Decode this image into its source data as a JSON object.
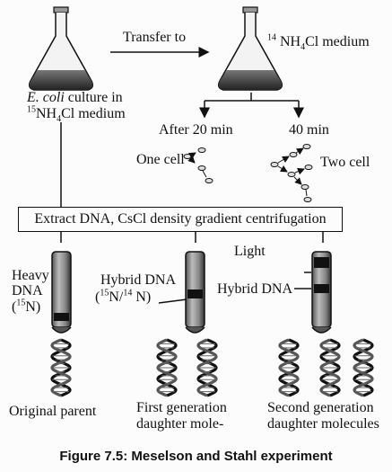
{
  "labels": {
    "transfer": "Transfer to",
    "medium_14": "14 NH4Cl medium",
    "culture_line1": "E. coli culture in",
    "culture_line2": "15NH4Cl medium",
    "after20": "After 20 min",
    "min40": "40 min",
    "one_cell": "One cell",
    "two_cell": "Two cell",
    "extract": "Extract DNA, CsCl density gradient centrifugation",
    "heavy_line1": "Heavy",
    "heavy_line2": "DNA",
    "heavy_line3": "(15N)",
    "hybrid1_line1": "Hybrid DNA",
    "hybrid1_line2": "(15N/14 N)",
    "light": "Light",
    "hybrid2": "Hybrid DNA",
    "original": "Original parent",
    "first_gen_line1": "First generation",
    "first_gen_line2": "daughter mole-",
    "second_gen_line1": "Second generation",
    "second_gen_line2": "daughter molecules",
    "caption": "Figure 7.5: Meselson and Stahl experiment"
  }
}
